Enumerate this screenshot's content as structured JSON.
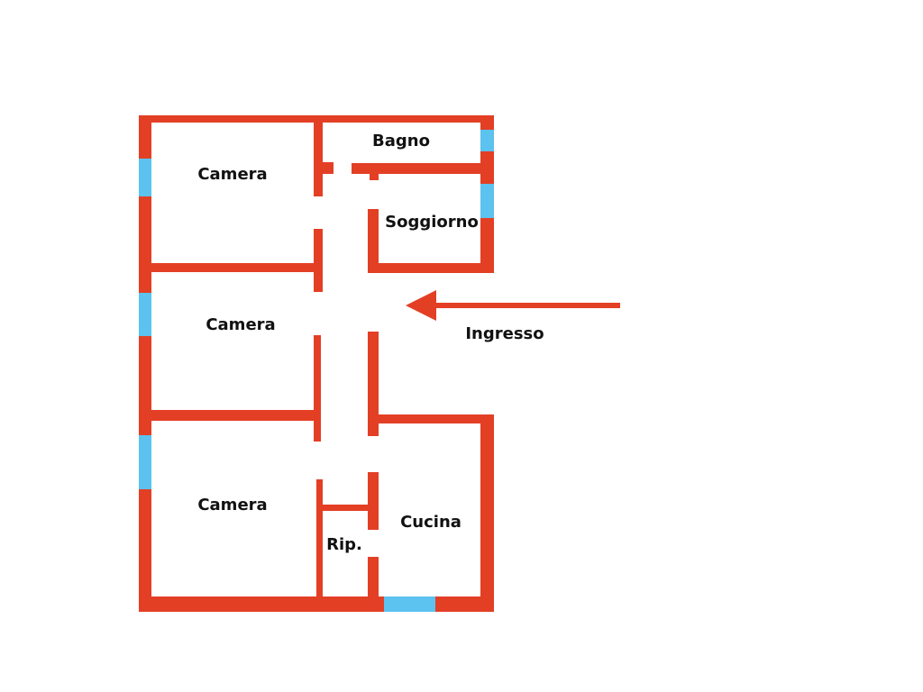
{
  "colors": {
    "wall": "#e33f25",
    "window": "#5cc2ef",
    "arrow": "#e33f25",
    "text": "#111111",
    "background": "#ffffff"
  },
  "rooms": {
    "camera_top": "Camera",
    "camera_middle": "Camera",
    "camera_bottom": "Camera",
    "bagno": "Bagno",
    "soggiorno": "Soggiorno",
    "cucina": "Cucina",
    "ripostiglio": "Rip."
  },
  "entrance": {
    "label": "Ingresso",
    "arrow_icon": "arrow-left-icon"
  }
}
